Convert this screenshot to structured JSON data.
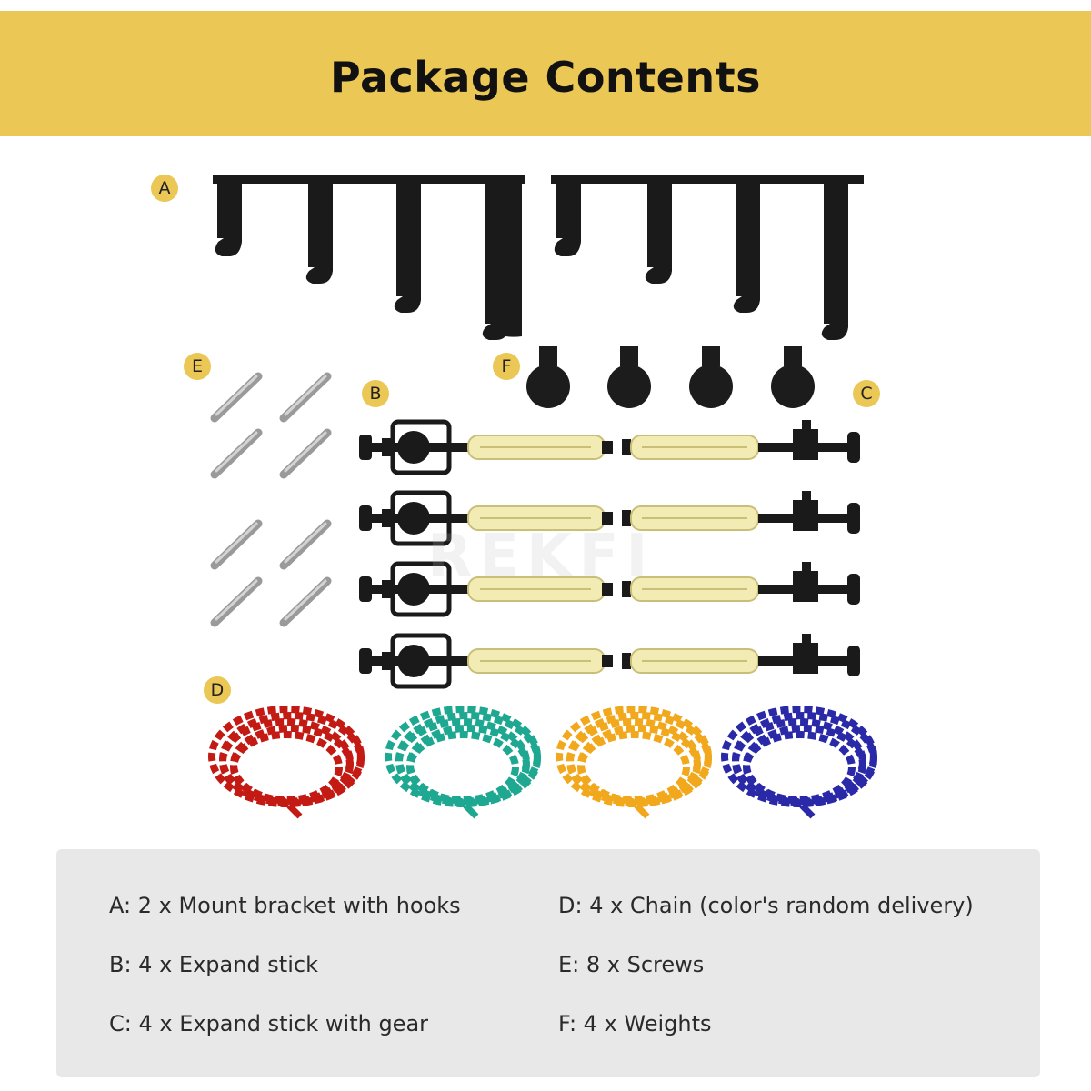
{
  "header": {
    "title": "Package Contents",
    "color": "#EBC755"
  },
  "watermark": "REKFI",
  "parts": [
    {
      "letter": "A",
      "icon": "mount-bracket-icon"
    },
    {
      "letter": "B",
      "icon": "expand-stick-icon"
    },
    {
      "letter": "C",
      "icon": "expand-stick-gear-icon"
    },
    {
      "letter": "D",
      "icon": "chain-icon"
    },
    {
      "letter": "E",
      "icon": "screw-icon"
    },
    {
      "letter": "F",
      "icon": "weight-icon"
    }
  ],
  "chain_colors": [
    "#c41a14",
    "#1fa891",
    "#f2a81c",
    "#2a2aa8"
  ],
  "descriptions": {
    "a": "A: 2 x Mount bracket with hooks",
    "b": "B: 4 x Expand stick",
    "c": "C: 4 x Expand stick with gear",
    "d": "D: 4 x Chain (color's random delivery)",
    "e": "E: 8 x Screws",
    "f": "F: 4 x Weights"
  }
}
